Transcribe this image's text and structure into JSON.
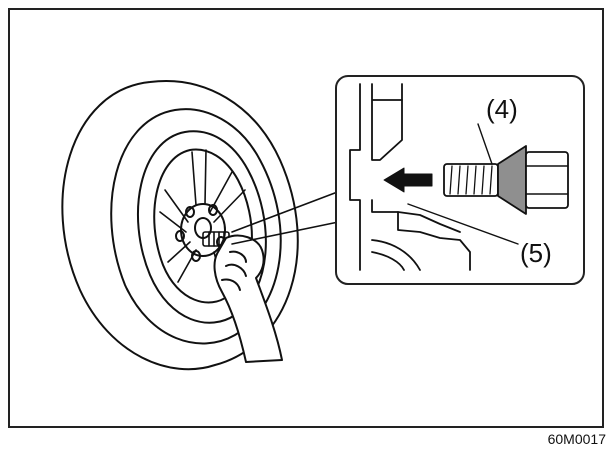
{
  "figure": {
    "callout_4": "(4)",
    "callout_5": "(5)",
    "figure_code": "60M0017"
  },
  "colors": {
    "line": "#111111",
    "cone_shade": "#8f8f8f",
    "inset_border": "#222222"
  }
}
